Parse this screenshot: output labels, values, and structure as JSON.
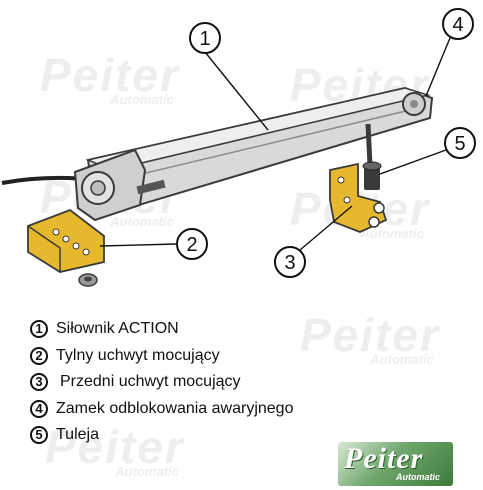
{
  "legend": {
    "items": [
      {
        "number": "1",
        "label": "Siłownik ACTION"
      },
      {
        "number": "2",
        "label": "Tylny uchwyt mocujący"
      },
      {
        "number": "3",
        "label": "Przedni uchwyt mocujący"
      },
      {
        "number": "4",
        "label": "Zamek odblokowania awaryjnego"
      },
      {
        "number": "5",
        "label": "Tuleja"
      }
    ]
  },
  "callouts": [
    "1",
    "2",
    "3",
    "4",
    "5"
  ],
  "logo": {
    "name": "Peiter",
    "subtitle": "Automatic"
  },
  "watermark": {
    "name": "Peiter",
    "subtitle": "Automatic"
  },
  "colors": {
    "actuator_body": "#d9d9d9",
    "actuator_outline": "#3a3a3a",
    "bracket": "#e6b82e",
    "logo_green": "#4f8a4b"
  }
}
